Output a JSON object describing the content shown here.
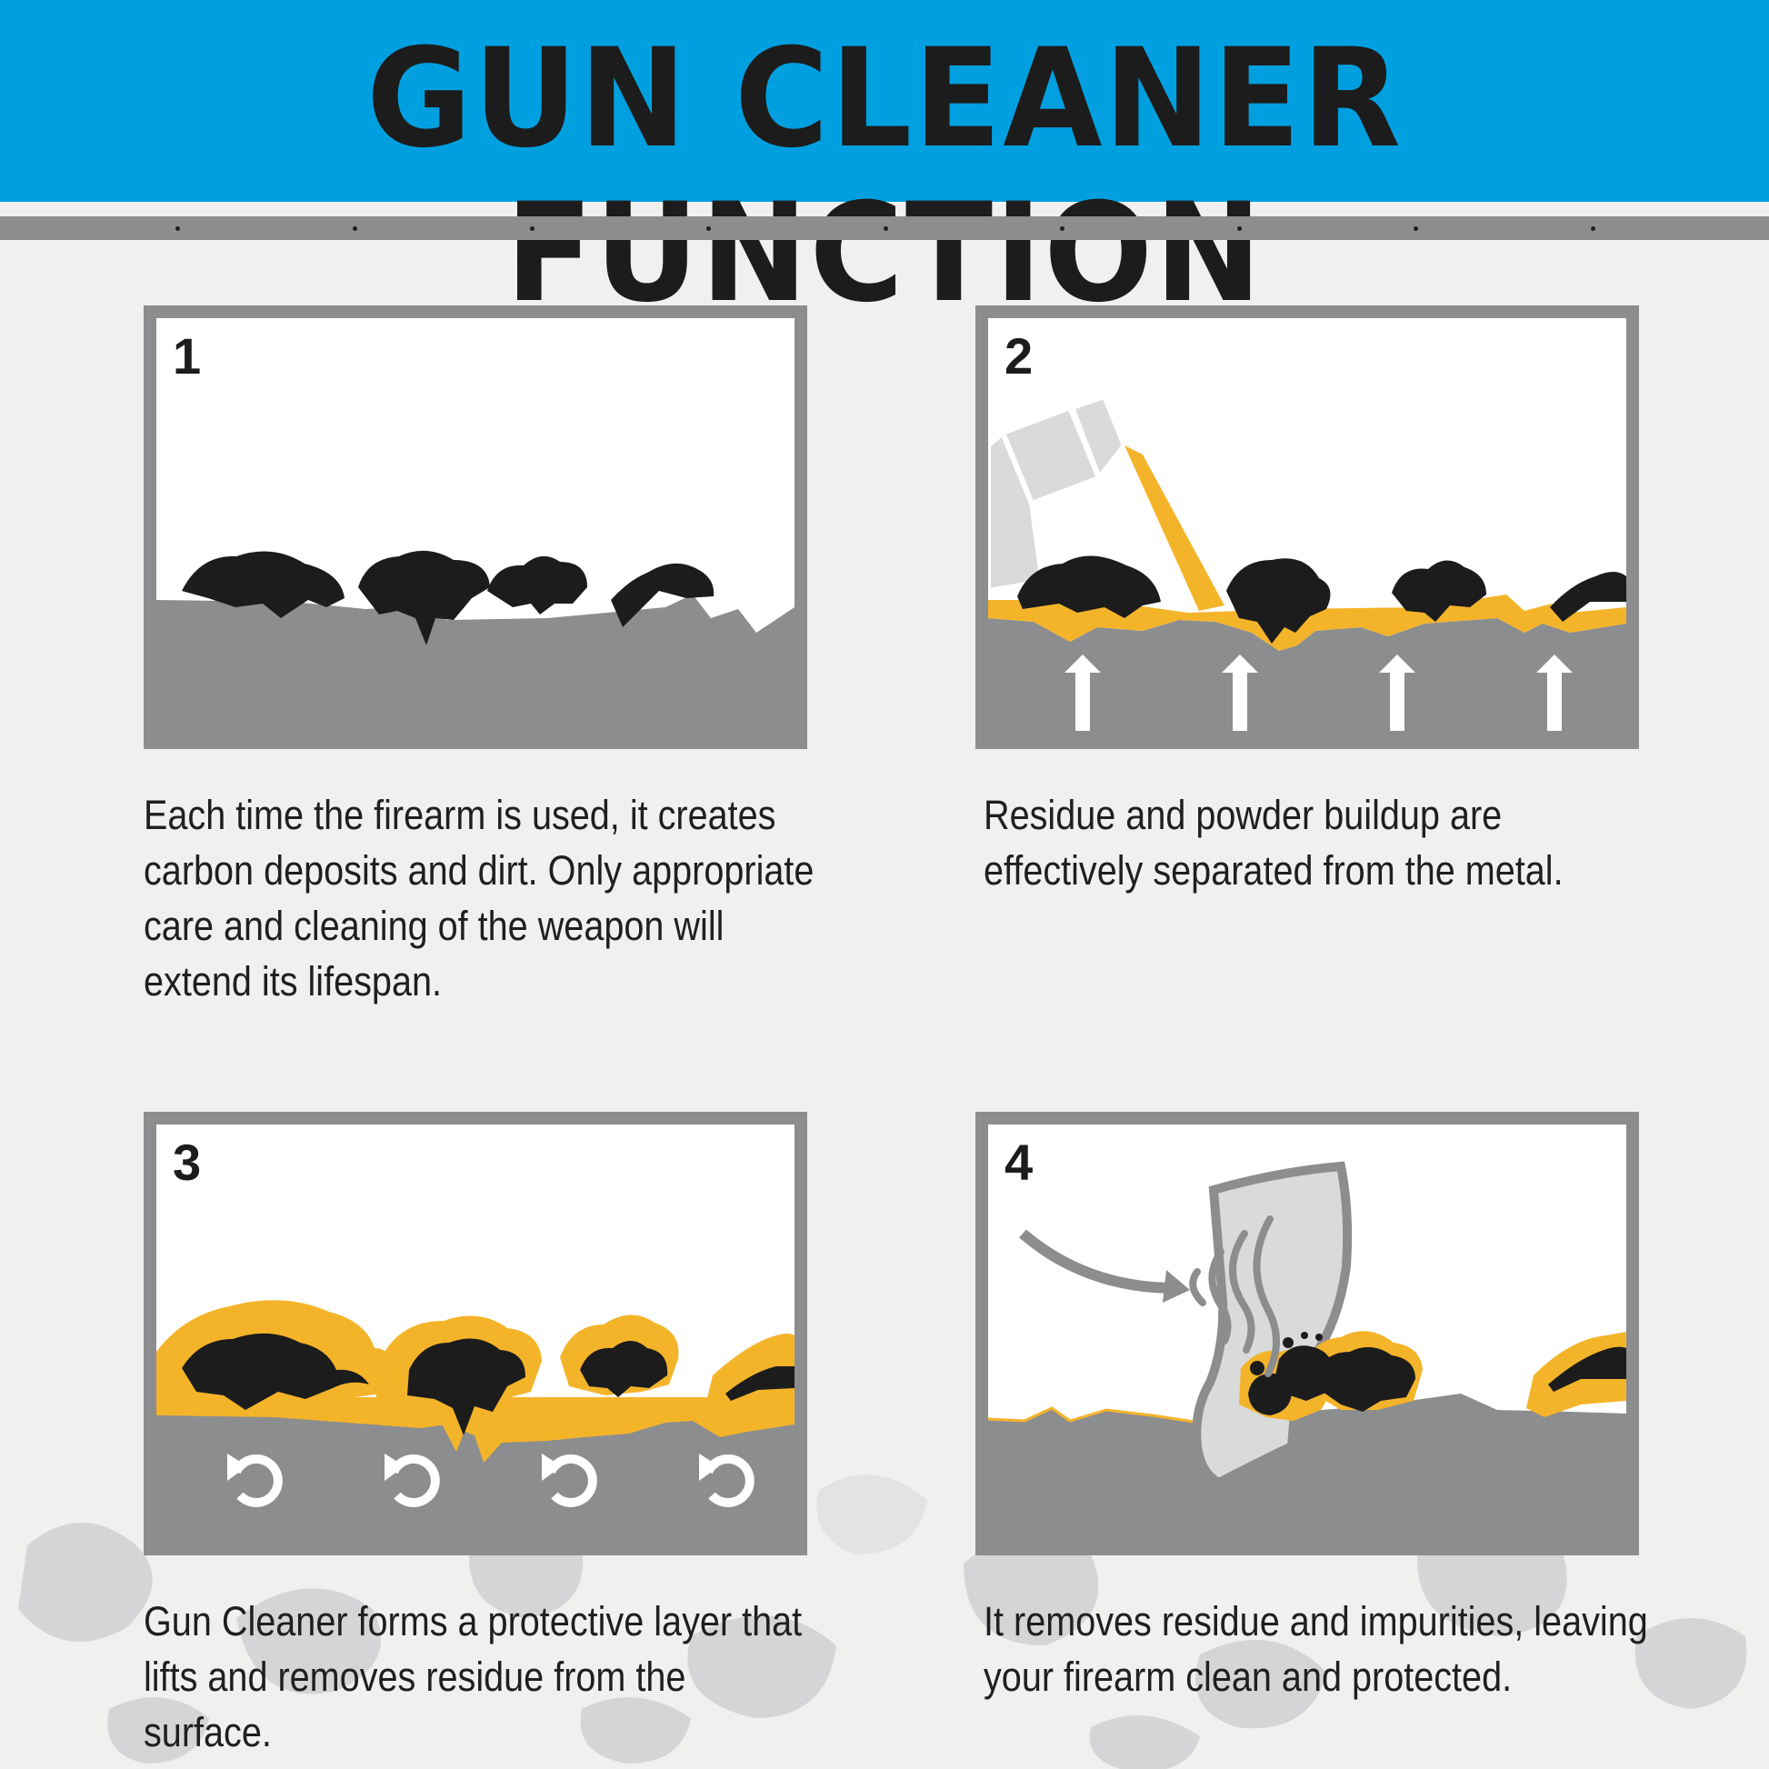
{
  "header": {
    "title": "GUN CLEANER FUNCTION"
  },
  "colors": {
    "header_bg": "#00a0e0",
    "metal": "#8c8d8f",
    "cleaner": "#f4b42a",
    "residue": "#1c1c1c",
    "tool_light": "#d9dada"
  },
  "steps": [
    {
      "number": "1",
      "caption": "Each time the firearm is used, it creates carbon deposits and dirt. Only appropriate care and cleaning of the weapon will extend its lifespan."
    },
    {
      "number": "2",
      "caption": "Residue and powder buildup are effectively separated from the metal."
    },
    {
      "number": "3",
      "caption": "Gun Cleaner forms a protective layer that lifts and removes residue from the surface."
    },
    {
      "number": "4",
      "caption": "It removes residue and impurities, leaving your firearm clean and protected."
    }
  ]
}
